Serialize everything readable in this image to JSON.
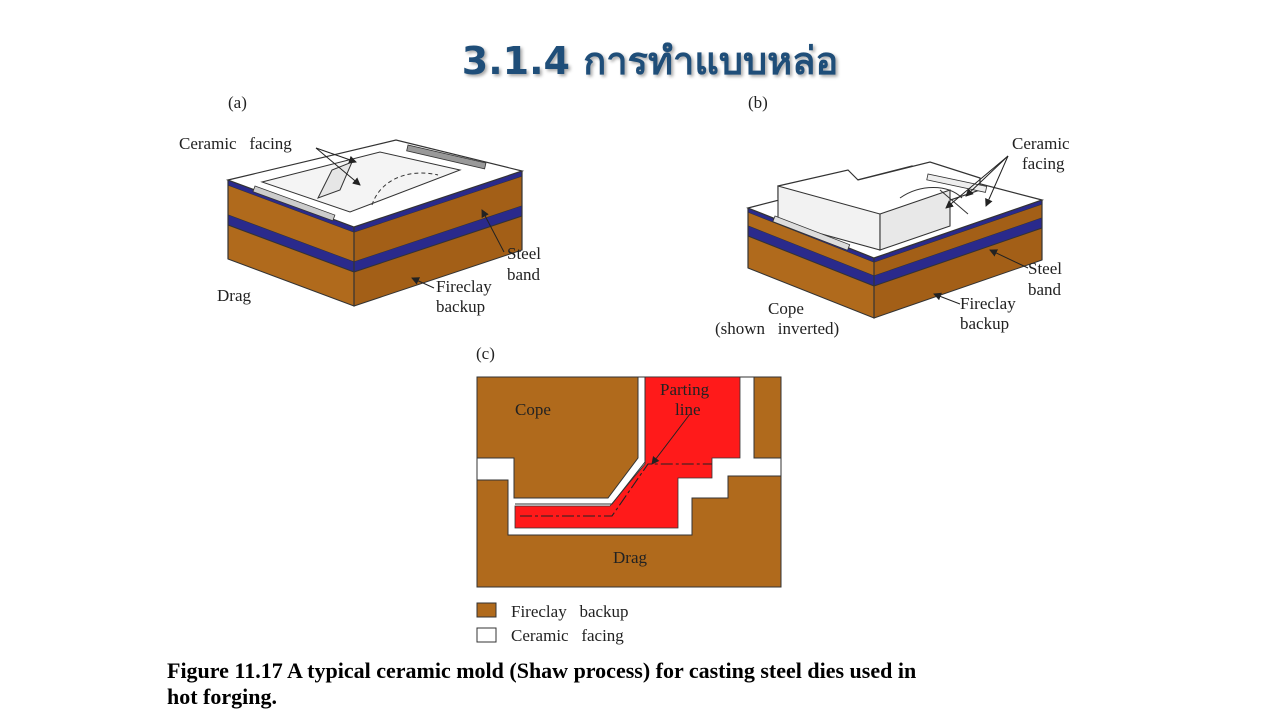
{
  "slide": {
    "title": "3.1.4 การทำแบบหล่อ"
  },
  "figure": {
    "panel_a": {
      "tag": "(a)",
      "ceramic_facing": "Ceramic   facing",
      "steel": "Steel",
      "band": "band",
      "drag": "Drag",
      "fireclay": "Fireclay",
      "backup": "backup"
    },
    "panel_b": {
      "tag": "(b)",
      "ceramic": "Ceramic",
      "facing": "facing",
      "steel": "Steel",
      "band": "band",
      "cope": "Cope",
      "shown_inverted": "(shown   inverted)",
      "fireclay": "Fireclay",
      "backup": "backup"
    },
    "panel_c": {
      "tag": "(c)",
      "cope": "Cope",
      "parting": "Parting",
      "line": "line",
      "drag": "Drag"
    },
    "legend": {
      "fireclay_backup": "Fireclay   backup",
      "ceramic_facing": "Ceramic   facing"
    },
    "caption_line1": "Figure 11.17  A typical ceramic mold (Shaw process) for casting steel dies used in",
    "caption_line2": "hot forging."
  },
  "colors": {
    "title": "#1f4e79",
    "fireclay": "#b06a1c",
    "steel_band": "#2a2a8c",
    "ceramic": "#ffffff",
    "casting": "#ff1a1a"
  }
}
